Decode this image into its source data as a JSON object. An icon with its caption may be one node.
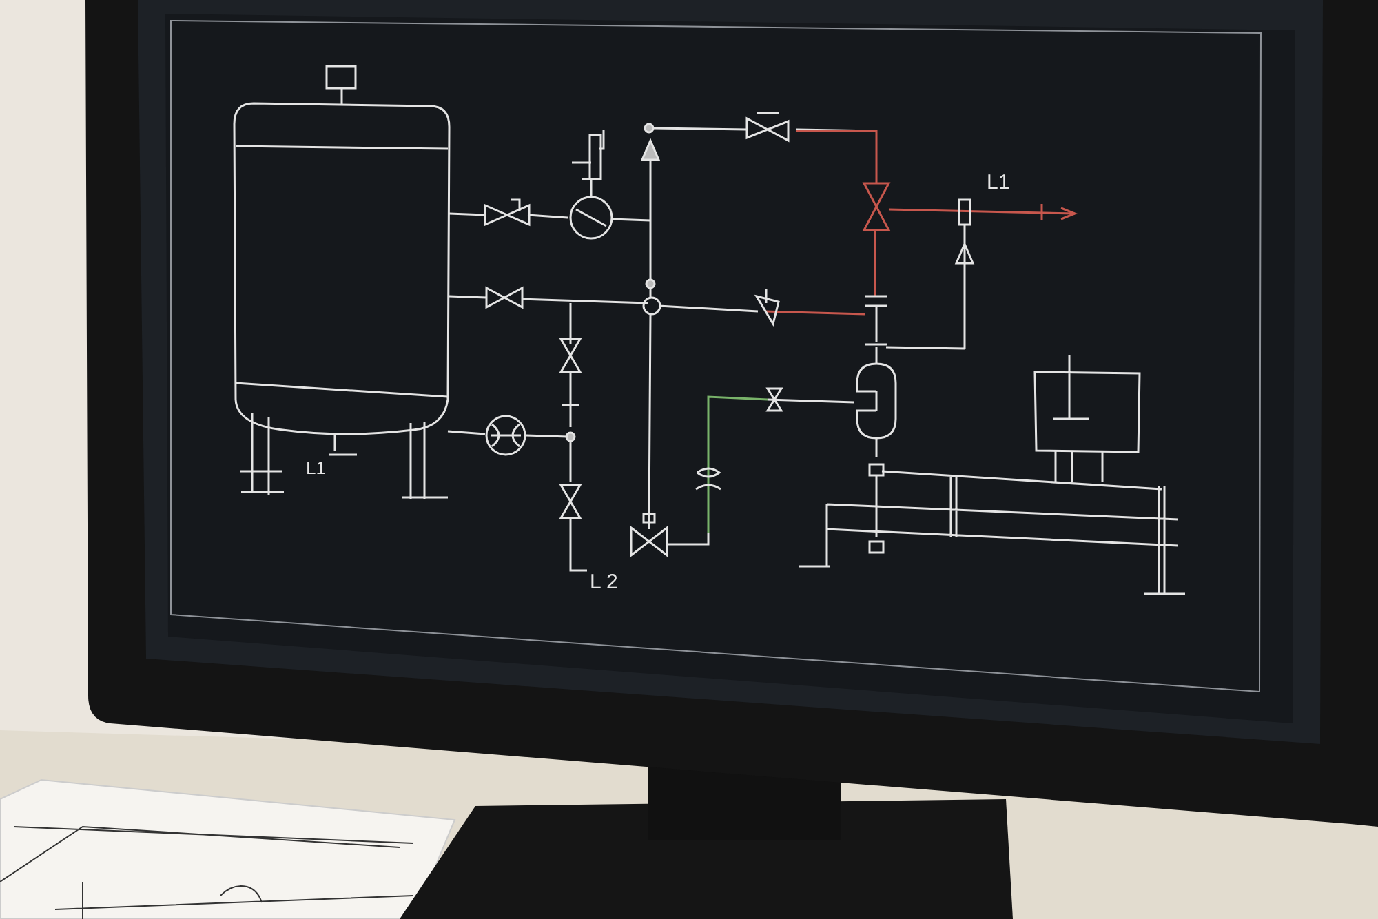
{
  "diagram": {
    "labels": [
      "L1",
      "L1",
      "L 2"
    ]
  }
}
